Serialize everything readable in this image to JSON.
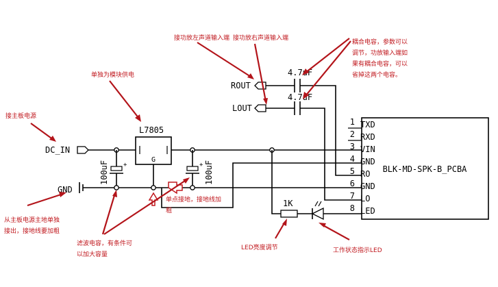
{
  "diagram": {
    "components": {
      "regulator": "L7805",
      "regulator_pin": "G",
      "module": "BLK-MD-SPK-B_PCBA",
      "cap_left": "100uF",
      "cap_right": "100uF",
      "cap_rout": "4.7uF",
      "cap_lout": "4.7uF",
      "resistor": "1K"
    },
    "ports": {
      "dc_in": "DC_IN",
      "gnd": "GND",
      "rout": "ROUT",
      "lout": "LOUT"
    },
    "pins": [
      {
        "num": "1",
        "name": "TXD"
      },
      {
        "num": "2",
        "name": "RXD"
      },
      {
        "num": "3",
        "name": "VIN"
      },
      {
        "num": "4",
        "name": "GND"
      },
      {
        "num": "5",
        "name": "RO"
      },
      {
        "num": "6",
        "name": "GND"
      },
      {
        "num": "7",
        "name": "LO"
      },
      {
        "num": "8",
        "name": "LED"
      }
    ],
    "notes": {
      "main_power": "接主板电源",
      "module_supply": "单独为模块供电",
      "left_input": "接功放左声道输入端",
      "right_input": "接功放右声道输入端",
      "coupling_1": "耦合电容，参数可以",
      "coupling_2": "调节，功放输入端如",
      "coupling_3": "果有耦合电容，可以",
      "coupling_4": "省掉这两个电容。",
      "ground_line_1": "从主板电源主地单独",
      "ground_line_2": "接出，接地线要加粗",
      "single_point_1": "单点接地，接地线加",
      "single_point_2": "粗",
      "filter_cap_1": "滤波电容，有条件可",
      "filter_cap_2": "以加大容量",
      "led_brightness": "LED亮度调节",
      "status_led": "工作状态指示LED"
    },
    "colors": {
      "annotation": "#c0181e",
      "wire": "#000000"
    }
  }
}
